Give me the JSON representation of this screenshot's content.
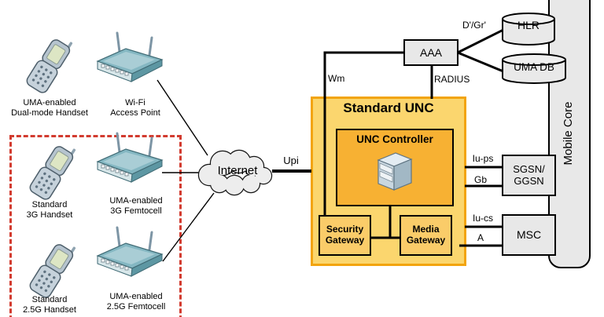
{
  "title": "UMA / UNC network architecture diagram",
  "colors": {
    "background": "#FFFFFF",
    "unc_fill": "#FBD66E",
    "unc_border": "#F2A40E",
    "controller_fill": "#F7B133",
    "gateway_fill": "#FACC69",
    "box_gray": "#E8E8E8",
    "cloud_fill": "#EDEDED",
    "dashed_red": "#D23B2F",
    "line": "#000000"
  },
  "devices": [
    {
      "name": "dual-mode-handset",
      "icon": "flip-phone-icon",
      "label": "UMA-enabled\nDual-mode Handset"
    },
    {
      "name": "wifi-access-point",
      "icon": "wireless-router-icon",
      "label": "Wi-Fi\nAccess Point"
    },
    {
      "name": "standard-3g-handset",
      "icon": "flip-phone-icon",
      "label": "Standard\n3G Handset"
    },
    {
      "name": "uma-3g-femtocell",
      "icon": "wireless-router-icon",
      "label": "UMA-enabled\n3G Femtocell"
    },
    {
      "name": "standard-2-5g-handset",
      "icon": "flip-phone-icon",
      "label": "Standard\n2.5G Handset"
    },
    {
      "name": "uma-2-5g-femtocell",
      "icon": "wireless-router-icon",
      "label": "UMA-enabled\n2.5G Femtocell"
    }
  ],
  "cloud": {
    "label": "Internet",
    "icon": "cloud-shape"
  },
  "unc": {
    "title": "Standard UNC",
    "controller_label": "UNC Controller",
    "controller_icon": "server-icon",
    "security_gateway": "Security\nGateway",
    "media_gateway": "Media\nGateway"
  },
  "core": {
    "aaa": "AAA",
    "hlr": "HLR",
    "uma_db": "UMA DB",
    "mobile_core": "Mobile Core",
    "sgsn_ggsn": "SGSN/\nGGSN",
    "msc": "MSC",
    "hlr_icon": "database-cylinder-icon",
    "uma_db_icon": "database-cylinder-icon"
  },
  "interfaces": {
    "upi": "Upi",
    "wm": "Wm",
    "radius": "RADIUS",
    "d_gr": "D'/Gr'",
    "iu_ps": "Iu-ps",
    "gb": "Gb",
    "iu_cs": "Iu-cs",
    "a": "A"
  }
}
